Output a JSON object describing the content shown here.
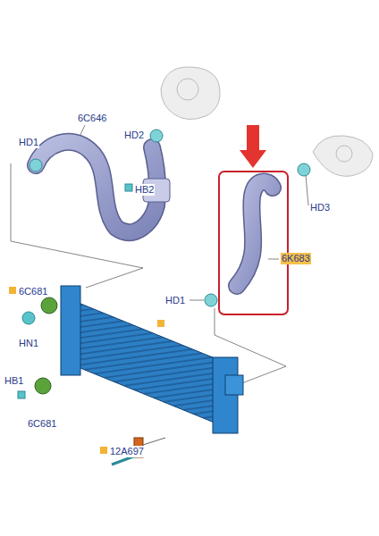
{
  "diagram": {
    "labels": [
      "6C646",
      "HD1",
      "HD2",
      "HB2",
      "HD3",
      "6K683",
      "HD1",
      "6C681",
      "HN1",
      "HB1",
      "6C681",
      "12A697"
    ]
  }
}
